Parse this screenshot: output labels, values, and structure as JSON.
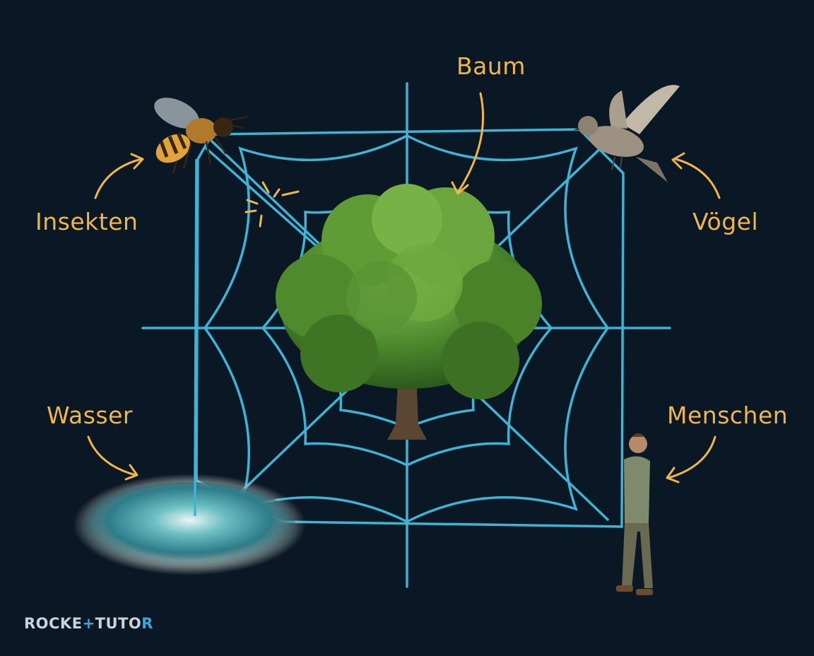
{
  "labels": {
    "tree": "Baum",
    "insects": "Insekten",
    "birds": "Vögel",
    "water": "Wasser",
    "humans": "Menschen"
  },
  "logo": {
    "part1": "ROCKE",
    "part2": "+",
    "part3": "TUTO",
    "part4": "R"
  },
  "colors": {
    "background": "#0a1724",
    "web": "#3fb3d4",
    "label": "#f2b54a"
  },
  "icons": [
    "bee-icon",
    "bird-icon",
    "tree-icon",
    "water-pond-icon",
    "person-icon",
    "sparkle-icon"
  ]
}
